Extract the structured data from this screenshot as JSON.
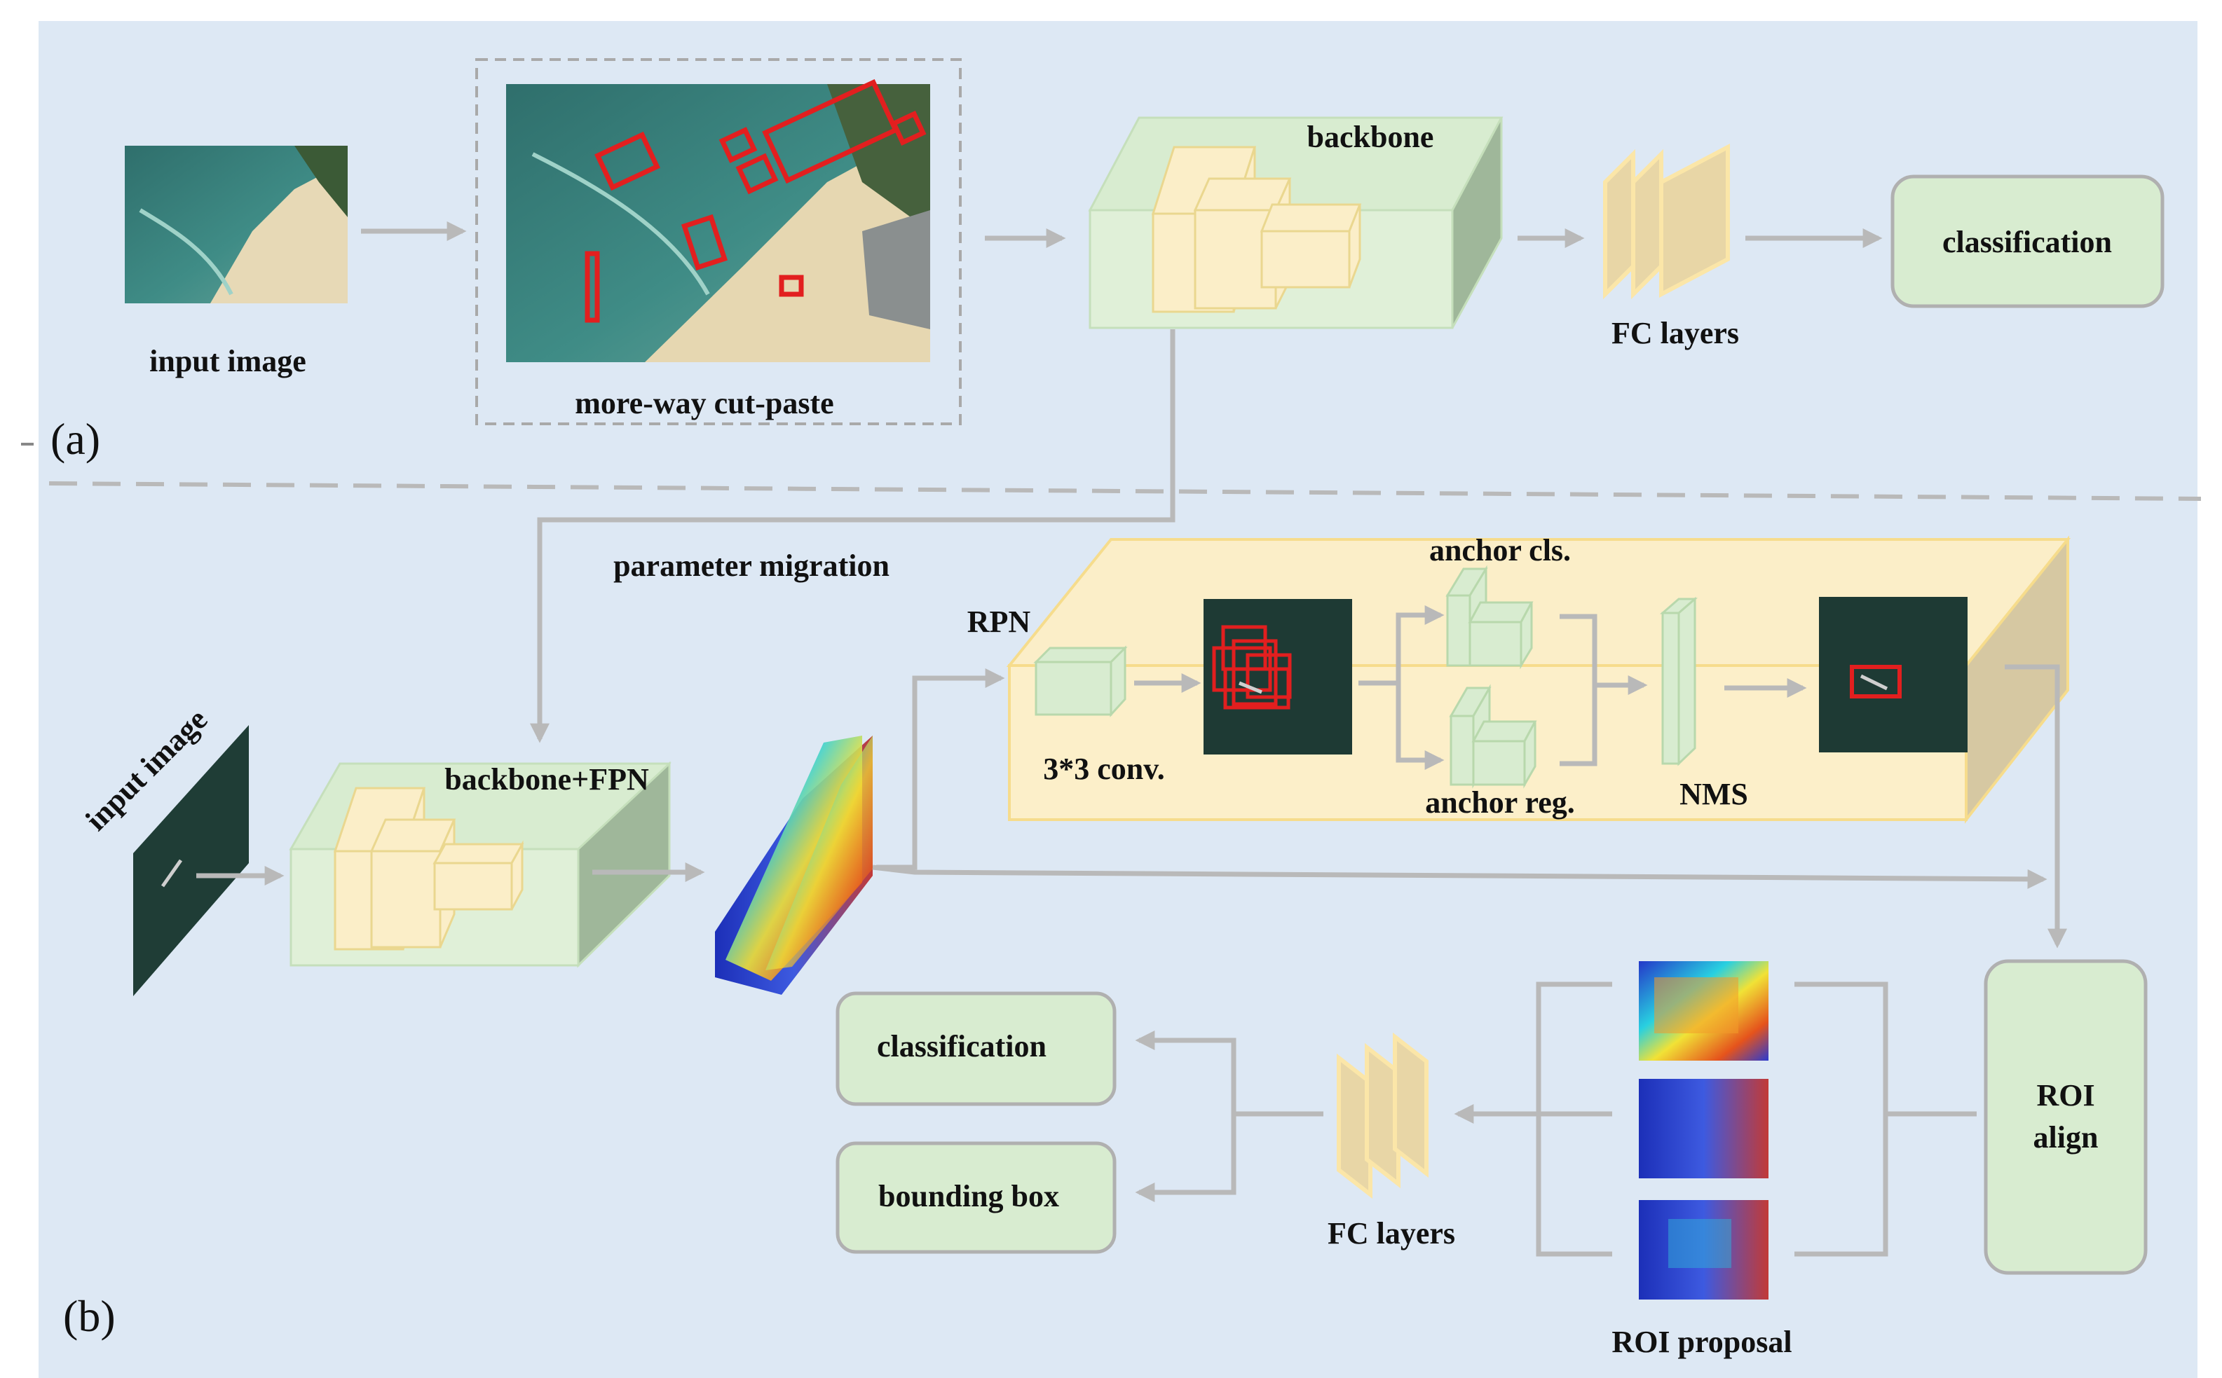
{
  "colors": {
    "background": "#dde8f4",
    "block_green": "#d8ecd0",
    "block_yellow": "#fbeec8",
    "arrow_gray": "#b9b9b9",
    "box_red": "#e21f1f",
    "dark_image": "#1e3a34"
  },
  "panel_a": {
    "label": "(a)",
    "input_label": "input image",
    "cutpaste_label": "more-way  cut-paste",
    "backbone_label": "backbone",
    "fc_label": "FC layers",
    "classification_label": "classification"
  },
  "migration_label": "parameter migration",
  "panel_b": {
    "label": "(b)",
    "input_label": "input image",
    "backbone_label": "backbone+FPN",
    "rpn_label": "RPN",
    "conv_label": "3*3 conv.",
    "anchor_cls_label": "anchor cls.",
    "anchor_reg_label": "anchor reg.",
    "nms_label": "NMS",
    "roi_align_line1": "ROI",
    "roi_align_line2": "align",
    "roi_proposal_label": "ROI proposal",
    "fc_label": "FC layers",
    "classification_label": "classification",
    "bbox_label": "bounding box"
  }
}
